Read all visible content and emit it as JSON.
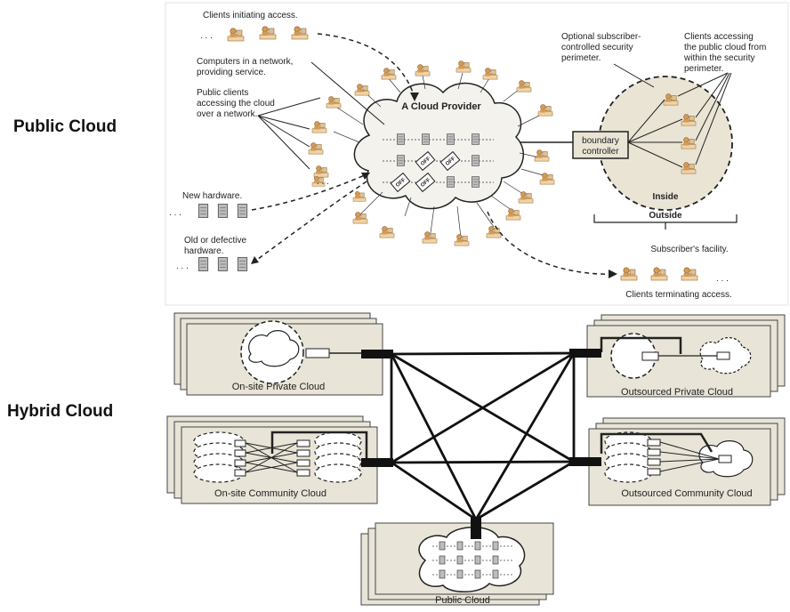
{
  "labels": {
    "public_cloud": "Public Cloud",
    "hybrid_cloud": "Hybrid Cloud"
  },
  "public_diagram": {
    "clients_initiating": "Clients initiating access.",
    "computers_line1": "Computers in a network,",
    "computers_line2": "providing service.",
    "public_clients_line1": "Public clients",
    "public_clients_line2": "accessing the cloud",
    "public_clients_line3": "over a network.",
    "cloud_provider": "A Cloud Provider",
    "new_hardware": "New hardware.",
    "old_hardware_line1": "Old or defective",
    "old_hardware_line2": "hardware.",
    "optional_line1": "Optional subscriber-",
    "optional_line2": "controlled security",
    "optional_line3": "perimeter.",
    "clients_accessing_line1": "Clients accessing",
    "clients_accessing_line2": "the public cloud from",
    "clients_accessing_line3": "within the security",
    "clients_accessing_line4": "perimeter.",
    "boundary_line1": "boundary",
    "boundary_line2": "controller",
    "inside": "Inside",
    "outside": "Outside",
    "subscriber_facility": "Subscriber's facility.",
    "clients_terminating": "Clients terminating access.",
    "off_label": "OFF",
    "ellipsis": ". . ."
  },
  "hybrid_diagram": {
    "onsite_private": "On-site Private Cloud",
    "outsourced_private": "Outsourced Private Cloud",
    "onsite_community": "On-site Community Cloud",
    "outsourced_community": "Outsourced Community Cloud",
    "public_cloud": "Public Cloud"
  },
  "colors": {
    "panel_fill": "#e8e4d7",
    "perimeter_fill": "#e9e4d4",
    "server_fill": "#bdbdbd",
    "client_fill": "#d39b58"
  }
}
